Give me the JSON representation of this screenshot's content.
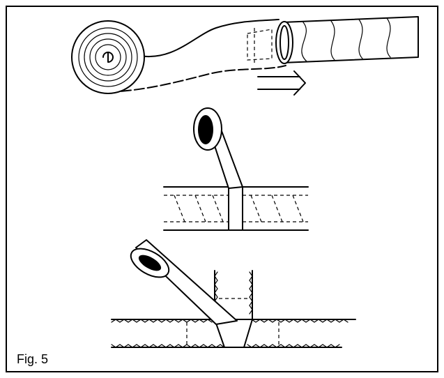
{
  "figure": {
    "caption": "Fig. 5",
    "panels": [
      "tape-roll-wrapping-hose",
      "tape-sealing-straight-joint",
      "tape-sealing-tee-joint"
    ],
    "colors": {
      "line": "#000000",
      "background": "#ffffff"
    }
  }
}
